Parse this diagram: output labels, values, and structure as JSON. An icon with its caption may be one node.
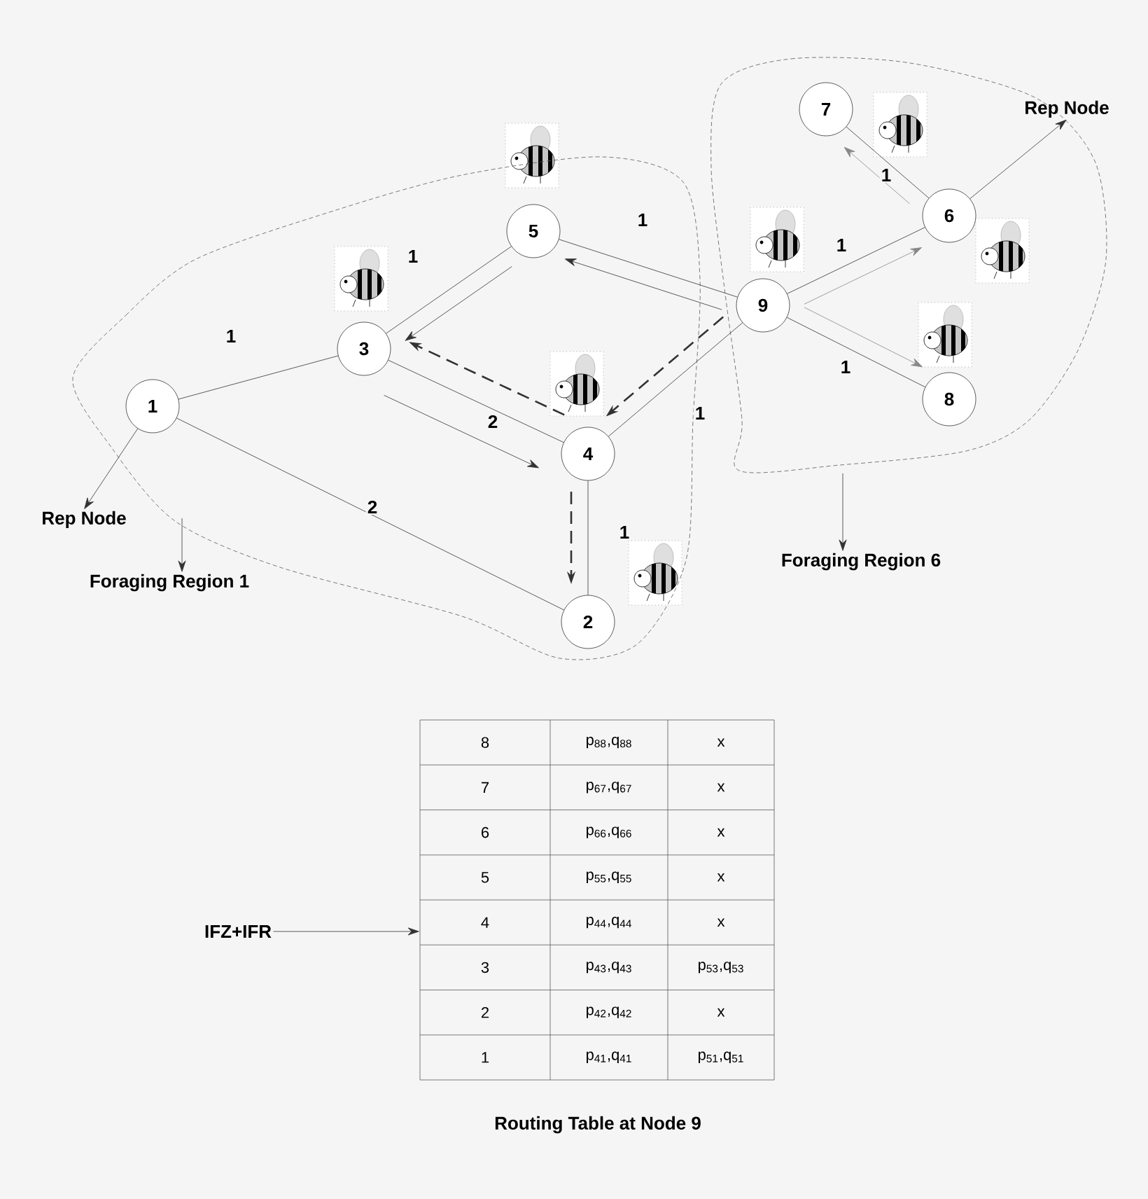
{
  "diagram": {
    "caption": "Routing Table at Node 9",
    "nodes": [
      {
        "text": [],
        "shape": "cloud"
      },
      {
        "text": [
          "1"
        ],
        "in": 0
      },
      {
        "text": [
          "3"
        ],
        "in": 0
      },
      {
        "text": [
          "5"
        ],
        "in": 0
      },
      {
        "text": [
          "4"
        ],
        "in": 0
      },
      {
        "text": [
          "2"
        ],
        "in": 0
      },
      {
        "text": [],
        "shape": "cloud"
      },
      {
        "text": [
          "7"
        ],
        "in": 6
      },
      {
        "text": [
          "6"
        ],
        "in": 6
      },
      {
        "text": [
          "9"
        ],
        "in": 6
      },
      {
        "text": [
          "8"
        ],
        "in": 6
      },
      {
        "text": [
          "Rep Node"
        ]
      },
      {
        "text": [
          "Foraging Region 1"
        ]
      },
      {
        "text": [
          "Rep Node"
        ]
      },
      {
        "text": [
          "Foraging Region 6"
        ]
      },
      {
        "text": [
          "IFZ+IFR"
        ]
      },
      {
        "text": [],
        "shape": "box"
      }
    ],
    "edges": [
      {
        "from": 1,
        "to": 2,
        "arrow": "none",
        "label": "1"
      },
      {
        "from": 1,
        "to": 5,
        "arrow": "none",
        "label": "2"
      },
      {
        "from": 2,
        "to": 3,
        "arrow": "none",
        "label": "1"
      },
      {
        "from": 2,
        "to": 4,
        "arrow": "none",
        "label": "2"
      },
      {
        "from": 3,
        "to": 9,
        "arrow": "none",
        "label": "1"
      },
      {
        "from": 4,
        "to": 9,
        "arrow": "none",
        "label": "1"
      },
      {
        "from": 4,
        "to": 5,
        "arrow": "none",
        "label": "1"
      },
      {
        "from": 9,
        "to": 8,
        "arrow": "none",
        "label": "1"
      },
      {
        "from": 9,
        "to": 10,
        "arrow": "none",
        "label": "1"
      },
      {
        "from": 8,
        "to": 7,
        "arrow": "none",
        "label": "1"
      },
      {
        "from": 1,
        "to": 11,
        "arrow": "to"
      },
      {
        "from": 8,
        "to": 13,
        "arrow": "to"
      },
      {
        "from": 0,
        "to": 12,
        "arrow": "to"
      },
      {
        "from": 6,
        "to": 14,
        "arrow": "to"
      },
      {
        "from": 15,
        "to": 16,
        "arrow": "to"
      },
      {
        "from": 3,
        "to": 2,
        "arrow": "to"
      },
      {
        "from": 2,
        "to": 4,
        "arrow": "to"
      },
      {
        "from": 9,
        "to": 3,
        "arrow": "to"
      },
      {
        "from": 9,
        "to": 4,
        "arrow": "to",
        "style": "dashed"
      },
      {
        "from": 4,
        "to": 2,
        "arrow": "to",
        "style": "dashed"
      },
      {
        "from": 4,
        "to": 5,
        "arrow": "to",
        "style": "dashed"
      },
      {
        "from": 9,
        "to": 8,
        "arrow": "to",
        "color": "#888888"
      },
      {
        "from": 9,
        "to": 10,
        "arrow": "to",
        "color": "#888888"
      },
      {
        "from": 8,
        "to": 7,
        "arrow": "to",
        "color": "#888888"
      }
    ],
    "labels": [
      "8",
      "p$_{88}$,q$_{88}$",
      "x",
      "7",
      "p$_{67}$,q$_{67}$",
      "x",
      "6",
      "p$_{66}$,q$_{66}$",
      "x",
      "5",
      "p$_{55}$,q$_{55}$",
      "x",
      "4",
      "p$_{44}$,q$_{44}$",
      "x",
      "3",
      "p$_{43}$,q$_{43}$",
      "p$_{53}$,q$_{53}$",
      "2",
      "p$_{42}$,q$_{42}$",
      "x",
      "1",
      "p$_{41}$,q$_{41}$",
      "p$_{51}$,q$_{51}$"
    ]
  }
}
